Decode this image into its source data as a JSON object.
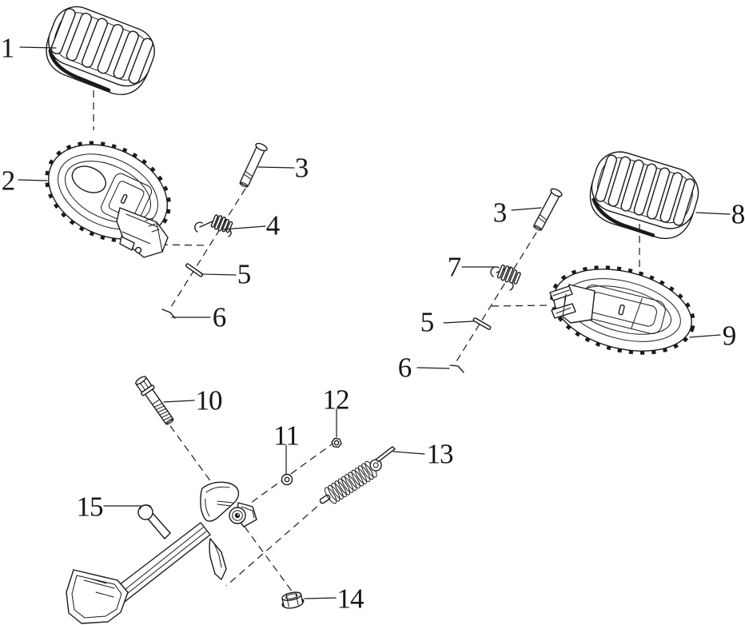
{
  "diagram": {
    "kind": "exploded-parts-diagram",
    "background": "#ffffff",
    "line_color": "#1a1a1a"
  },
  "callouts": [
    {
      "label": "1",
      "part": "footpeg-pad-left"
    },
    {
      "label": "2",
      "part": "footpeg-base-left"
    },
    {
      "label": "3",
      "part": "clevis-pin-left"
    },
    {
      "label": "4",
      "part": "retaining-clip-left"
    },
    {
      "label": "5",
      "part": "retaining-pin-left"
    },
    {
      "label": "6",
      "part": "cotter-pin-left"
    },
    {
      "label": "3",
      "part": "clevis-pin-right"
    },
    {
      "label": "7",
      "part": "retaining-clip-right"
    },
    {
      "label": "5",
      "part": "retaining-pin-right"
    },
    {
      "label": "6",
      "part": "cotter-pin-right"
    },
    {
      "label": "8",
      "part": "footpeg-pad-right"
    },
    {
      "label": "9",
      "part": "footpeg-base-right"
    },
    {
      "label": "10",
      "part": "kickstand-pivot-bolt"
    },
    {
      "label": "11",
      "part": "washer"
    },
    {
      "label": "12",
      "part": "nut"
    },
    {
      "label": "13",
      "part": "kickstand-spring"
    },
    {
      "label": "14",
      "part": "flange-nut"
    },
    {
      "label": "15",
      "part": "kickstand"
    }
  ]
}
